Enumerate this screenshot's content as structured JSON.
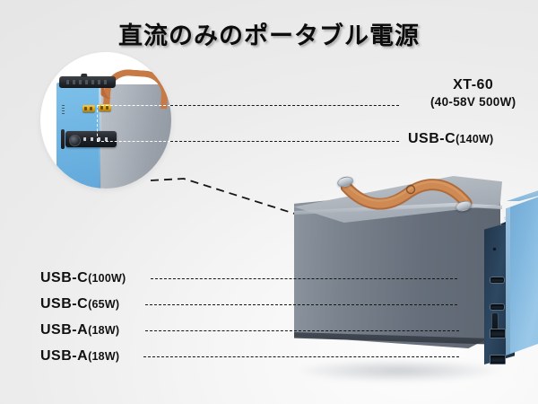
{
  "page": {
    "title": "直流のみのポータブル電源",
    "background_color": "#ebebeb"
  },
  "colors": {
    "text": "#111111",
    "leader_line": "#161616",
    "body_gray": "#6b7480",
    "panel_blue": "#7fb6de",
    "handle_brown": "#c87a46",
    "connector_gold": "#d9a420"
  },
  "inset": {
    "name": "magnified-end-panel",
    "connectors": [
      "xt-60-connector",
      "xt-60-connector",
      "control-panel-display"
    ]
  },
  "callouts_right": [
    {
      "name": "xt-60",
      "label": "XT-60",
      "spec": "(40-58V 500W)"
    },
    {
      "name": "usb-c-140w",
      "label": "USB-C",
      "spec": "(140W)"
    }
  ],
  "callouts_left": [
    {
      "name": "usb-c-100w",
      "label": "USB-C",
      "spec": "(100W)"
    },
    {
      "name": "usb-c-65w",
      "label": "USB-C",
      "spec": "(65W)"
    },
    {
      "name": "usb-a-18w-1",
      "label": "USB-A",
      "spec": "(18W)"
    },
    {
      "name": "usb-a-18w-2",
      "label": "USB-A",
      "spec": "(18W)"
    }
  ],
  "device": {
    "name": "portable-power-station",
    "parts": [
      "aluminium-body",
      "leather-carry-handle",
      "blue-port-panel",
      "status-leds"
    ]
  }
}
